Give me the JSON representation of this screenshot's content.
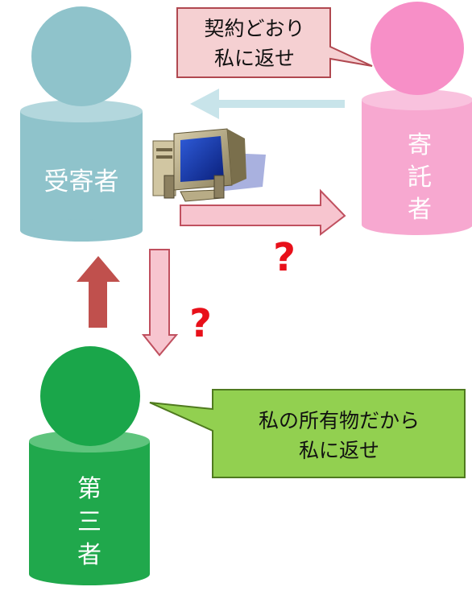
{
  "people": {
    "trustee": {
      "label": "受寄者",
      "body_color": "#8fc3cb",
      "head_color": "#8fc3cb"
    },
    "bailor": {
      "label_lines": [
        "寄",
        "託",
        "者"
      ],
      "body_color": "#f7a8d0",
      "head_color": "#f78fc7"
    },
    "third_party": {
      "label_lines": [
        "第",
        "三",
        "者"
      ],
      "body_color": "#20a84c",
      "head_color": "#1aa64a"
    }
  },
  "callouts": {
    "bailor_speech": {
      "lines": [
        "契約どおり",
        "私に返せ"
      ],
      "fill": "#f5d0d2",
      "stroke": "#b04850"
    },
    "third_party_speech": {
      "lines": [
        "私の所有物だから",
        "私に返せ"
      ],
      "fill": "#92d050",
      "stroke": "#4f7a1f"
    }
  },
  "question_marks": [
    "?",
    "?"
  ],
  "colors": {
    "light_blue_arrow": "#c8e4ea",
    "pink_arrow_fill": "#f7c5cf",
    "pink_arrow_stroke": "#c0505f",
    "dark_red_arrow": "#c0504d",
    "question": "#e8101a"
  },
  "icons": {
    "computer": "desktop-computer-icon"
  }
}
